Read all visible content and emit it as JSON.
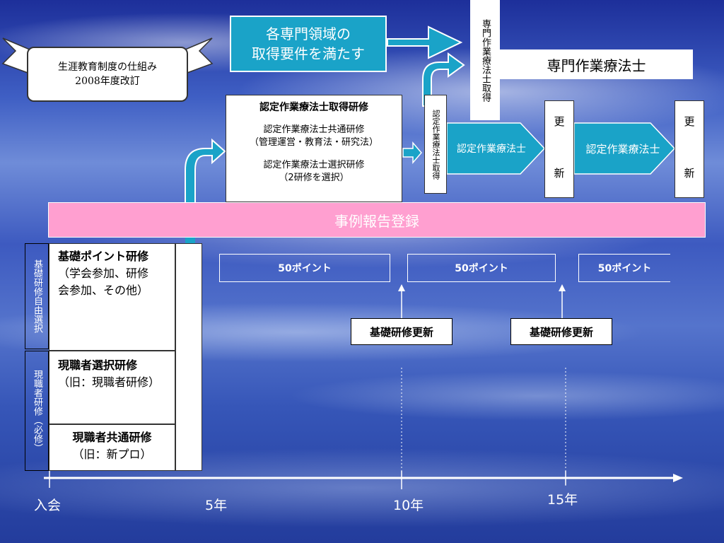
{
  "banner": {
    "line1": "生涯教育制度の仕組み",
    "line2": "2008年度改訂"
  },
  "top_arrow_box": {
    "line1": "各専門領域の",
    "line2": "取得要件を満たす"
  },
  "specialist_vertical": "専門作業療法士取得",
  "specialist_title": "専門作業療法士",
  "training_box": {
    "title": "認定作業療法士取得研修",
    "common": "認定作業療法士共通研修",
    "common_sub": "（管理運営・教育法・研究法）",
    "select": "認定作業療法士選択研修",
    "select_sub": "（2研修を選択）"
  },
  "certified_vertical": "認定作業療法士取得",
  "certified_arrow_1": "認定作業療法士",
  "certified_arrow_2": "認定作業療法士",
  "renew_1": {
    "top": "更",
    "bottom": "新"
  },
  "renew_2": {
    "top": "更",
    "bottom": "新"
  },
  "case_report": "事例報告登録",
  "left_label_top": "基礎研修自由選択",
  "left_label_bottom": "現職者研修（必修）",
  "basic_point": {
    "title": "基礎ポイント研修",
    "line1": "（学会参加、研修",
    "line2": "会参加、その他）"
  },
  "current_select": {
    "title": "現職者選択研修",
    "line1": "（旧：現職者研修）"
  },
  "current_common": {
    "title": "現職者共通研修",
    "line1": "（旧：新プロ）"
  },
  "points": [
    "50ポイント",
    "50ポイント",
    "50ポイント"
  ],
  "renew_basic_1": "基礎研修更新",
  "renew_basic_2": "基礎研修更新",
  "axis": {
    "t0": "入会",
    "t5": "5年",
    "t10": "10年",
    "t15": "15年"
  },
  "colors": {
    "cyan": "#1aa3c8",
    "pink": "#ff9fd0",
    "white": "#ffffff"
  }
}
